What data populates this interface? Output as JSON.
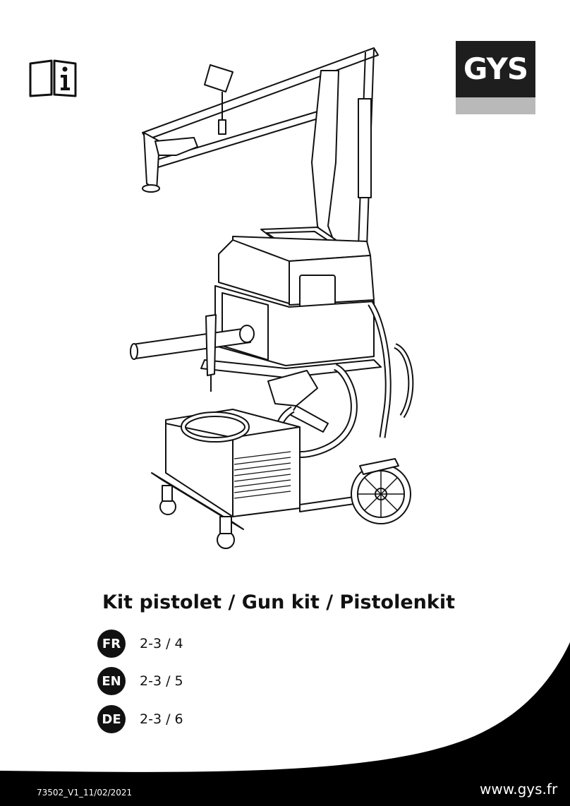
{
  "brand": {
    "logo_text": "GYS",
    "logo_dark": "#1e1e1e",
    "logo_light": "#b9b9b9"
  },
  "icons": {
    "manual": "read-manual-info-icon",
    "illustration": "spot-welder-station-drawing"
  },
  "title": "Kit pistolet / Gun kit / Pistolenkit",
  "languages": [
    {
      "code": "FR",
      "pages": "2-3 / 4"
    },
    {
      "code": "EN",
      "pages": "2-3 / 5"
    },
    {
      "code": "DE",
      "pages": "2-3 / 6"
    }
  ],
  "footer": {
    "reference": "73502_V1_11/02/2021",
    "website": "www.gys.fr"
  }
}
